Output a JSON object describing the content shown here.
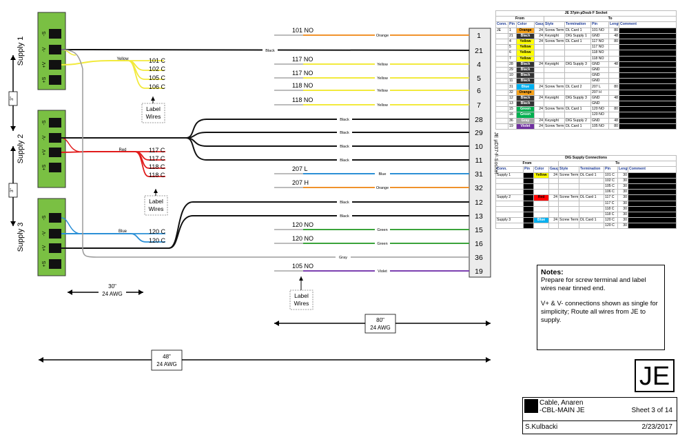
{
  "supplies": [
    {
      "name": "Supply 1",
      "pins": [
        "-S",
        "-V",
        "+V",
        "+S"
      ]
    },
    {
      "name": "Supply 2",
      "pins": [
        "-S",
        "-V",
        "+V",
        "+S"
      ]
    },
    {
      "name": "Supply 3",
      "pins": [
        "-S",
        "-V",
        "+V",
        "+S"
      ]
    }
  ],
  "spacing": {
    "gap1": "3\"",
    "gap2": "3\""
  },
  "supply_wires": [
    {
      "color_label": "Yellow",
      "labels": [
        "101 C",
        "102 C",
        "105 C",
        "106 C"
      ]
    },
    {
      "color_label": "Red",
      "labels": [
        "117 C",
        "117 C",
        "118 C",
        "118 C"
      ]
    },
    {
      "color_label": "Blue",
      "labels": [
        "120 C",
        "120 C"
      ]
    }
  ],
  "label_wires": "Label\nWires",
  "socket_label": "JE µD37-F Socket",
  "socket_pins": [
    "1",
    "21",
    "4",
    "5",
    "6",
    "7",
    "28",
    "29",
    "10",
    "11",
    "31",
    "32",
    "12",
    "13",
    "15",
    "16",
    "36",
    "19"
  ],
  "wires": [
    {
      "label": "101 NO",
      "color": "Orange"
    },
    {
      "label": "",
      "color": "Black"
    },
    {
      "label": "117 NO",
      "color": "Yellow"
    },
    {
      "label": "117 NO",
      "color": "Yellow"
    },
    {
      "label": "118 NO",
      "color": "Yellow"
    },
    {
      "label": "118 NO",
      "color": "Yellow"
    },
    {
      "label": "",
      "color": "Black"
    },
    {
      "label": "",
      "color": "Black"
    },
    {
      "label": "",
      "color": "Black"
    },
    {
      "label": "",
      "color": "Black"
    },
    {
      "label": "207 L",
      "color": "Blue"
    },
    {
      "label": "207 H",
      "color": "Orange"
    },
    {
      "label": "",
      "color": "Black"
    },
    {
      "label": "",
      "color": "Black"
    },
    {
      "label": "120 NO",
      "color": "Green"
    },
    {
      "label": "120 NO",
      "color": "Green"
    },
    {
      "label": "",
      "color": "Gray"
    },
    {
      "label": "105 NO",
      "color": "Violet"
    }
  ],
  "dims": {
    "d30": "30\"",
    "d30_gauge": "24 AWG",
    "d80": "80\"",
    "d80_gauge": "24 AWG",
    "d48": "48\"",
    "d48_gauge": "24 AWG"
  },
  "table1": {
    "title": "JE 37pin µDsub F Socket",
    "from": "From",
    "to": "To",
    "headers": [
      "Conn.",
      "Pin",
      "Color",
      "Gauge",
      "Style",
      "Termination",
      "Pin",
      "Length",
      "Comment"
    ],
    "rows": [
      [
        "JE",
        "1",
        "Orange",
        "24",
        "Screw Term",
        "DL Card 1",
        "101 NO",
        "80",
        ""
      ],
      [
        "",
        "21",
        "Black",
        "24",
        "Keysight",
        "DIG Supply 1",
        "GND",
        "48",
        ""
      ],
      [
        "",
        "4",
        "Yellow",
        "24",
        "Screw Term",
        "DL Card 1",
        "117 NO",
        "80",
        ""
      ],
      [
        "",
        "5",
        "Yellow",
        "",
        "",
        "",
        "117 NO",
        "",
        ""
      ],
      [
        "",
        "6",
        "Yellow",
        "",
        "",
        "",
        "118 NO",
        "",
        ""
      ],
      [
        "",
        "7",
        "Yellow",
        "",
        "",
        "",
        "118 NO",
        "",
        ""
      ],
      [
        "",
        "28",
        "Black",
        "24",
        "Keysight",
        "DIG Supply 3",
        "GND",
        "48",
        ""
      ],
      [
        "",
        "29",
        "Black",
        "",
        "",
        "",
        "GND",
        "",
        ""
      ],
      [
        "",
        "10",
        "Black",
        "",
        "",
        "",
        "GND",
        "",
        ""
      ],
      [
        "",
        "11",
        "Black",
        "",
        "",
        "",
        "GND",
        "",
        ""
      ],
      [
        "",
        "31",
        "Blue",
        "24",
        "Screw Term",
        "DL Card 2",
        "207 L",
        "80",
        ""
      ],
      [
        "",
        "32",
        "Orange",
        "",
        "",
        "",
        "207 H",
        "",
        ""
      ],
      [
        "",
        "12",
        "Black",
        "24",
        "Keysight",
        "DIG Supply 3",
        "GND",
        "48",
        ""
      ],
      [
        "",
        "13",
        "Black",
        "",
        "",
        "",
        "GND",
        "",
        ""
      ],
      [
        "",
        "15",
        "Green",
        "24",
        "Screw Term",
        "DL Card 1",
        "120 NO",
        "80",
        ""
      ],
      [
        "",
        "16",
        "Green",
        "",
        "",
        "",
        "120 NO",
        "",
        ""
      ],
      [
        "",
        "36",
        "Gray",
        "24",
        "Keysight",
        "DIG Supply 2",
        "GND",
        "48",
        ""
      ],
      [
        "",
        "19",
        "Violet",
        "24",
        "Screw Term",
        "DL Card 1",
        "105 NO",
        "80",
        ""
      ]
    ]
  },
  "table2": {
    "title": "DIG Supply Connections",
    "from": "From",
    "to": "To",
    "headers": [
      "Conn.",
      "Pin",
      "Color",
      "Gauge",
      "Style",
      "Termination",
      "Pin",
      "Length",
      "Comment"
    ],
    "rows": [
      [
        "Supply 1",
        "",
        "Yellow",
        "24",
        "Screw Term",
        "DL Card 1",
        "101 C",
        "30",
        ""
      ],
      [
        "",
        "",
        "",
        "",
        "",
        "",
        "102 C",
        "30",
        ""
      ],
      [
        "",
        "",
        "",
        "",
        "",
        "",
        "105 C",
        "30",
        ""
      ],
      [
        "",
        "",
        "",
        "",
        "",
        "",
        "106 C",
        "30",
        ""
      ],
      [
        "Supply 2",
        "",
        "Red",
        "24",
        "Screw Term",
        "DL Card 1",
        "117 C",
        "30",
        ""
      ],
      [
        "",
        "",
        "",
        "",
        "",
        "",
        "117 C",
        "30",
        ""
      ],
      [
        "",
        "",
        "",
        "",
        "",
        "",
        "118 C",
        "30",
        ""
      ],
      [
        "",
        "",
        "",
        "",
        "",
        "",
        "118 C",
        "30",
        ""
      ],
      [
        "Supply 3",
        "",
        "Blue",
        "24",
        "Screw Term",
        "DL Card 1",
        "120 C",
        "30",
        ""
      ],
      [
        "",
        "",
        "",
        "",
        "",
        "",
        "120 C",
        "30",
        ""
      ]
    ]
  },
  "notes": {
    "heading": "Notes:",
    "p1": "Prepare for screw terminal and label wires near tinned end.",
    "p2": "V+ & V- connections shown as single for simplicity; Route all wires from JE to supply."
  },
  "logo": "JE",
  "title_block": {
    "line1": "Cable, Anaren",
    "line2": "-CBL-MAIN  JE",
    "sheet": "Sheet 3 of 14",
    "author": "S.Kulbacki",
    "date": "2/23/2017"
  },
  "colors": {
    "Orange": "#f0922b",
    "Yellow": "#f2ea3c",
    "Black": "#111111",
    "Red": "#e11b1b",
    "Blue": "#2a8fd6",
    "Green": "#3aa33a",
    "Gray": "#9a9a9a",
    "Violet": "#7b3fb0",
    "supply_green": "#7ac043",
    "tbl_Orange": "#f7a21a",
    "tbl_Yellow": "#ffff00",
    "tbl_Black": "#333333",
    "tbl_Blue": "#00b0f0",
    "tbl_Green": "#00b050",
    "tbl_Gray": "#a6a6a6",
    "tbl_Violet": "#7030a0",
    "tbl_Red": "#ff0000"
  }
}
